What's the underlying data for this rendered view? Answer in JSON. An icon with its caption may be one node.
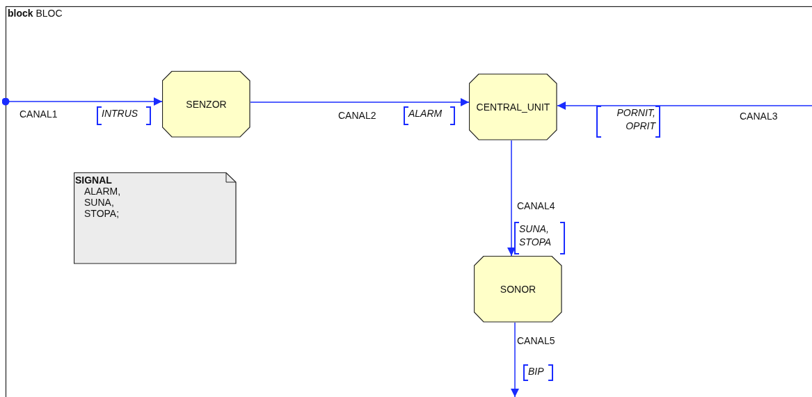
{
  "diagram": {
    "title": "**block** BLOC",
    "nodes": [
      {
        "text": [
          "SENZOR"
        ]
      },
      {
        "text": [
          "CENTRAL_UNIT"
        ]
      },
      {
        "text": [
          "SONOR"
        ]
      },
      {
        "text": [
          "SIGNAL",
          "ALARM, SUNA, STOPA;"
        ]
      }
    ],
    "edges": [
      {
        "from": null,
        "to": 0,
        "arrow": "to",
        "label": "CANAL1"
      },
      {
        "from": 0,
        "to": 1,
        "arrow": "to",
        "label": "CANAL2"
      },
      {
        "from": null,
        "to": 1,
        "arrow": "to",
        "label": "CANAL3"
      },
      {
        "from": 1,
        "to": 2,
        "arrow": "to",
        "label": "CANAL4"
      },
      {
        "from": 2,
        "to": null,
        "arrow": "to",
        "label": "CANAL5"
      }
    ],
    "labels": [
      "INTRUS",
      "ALARM",
      "PORNIT, OPRIT",
      "SUNA, STOPA",
      "BIP"
    ]
  }
}
